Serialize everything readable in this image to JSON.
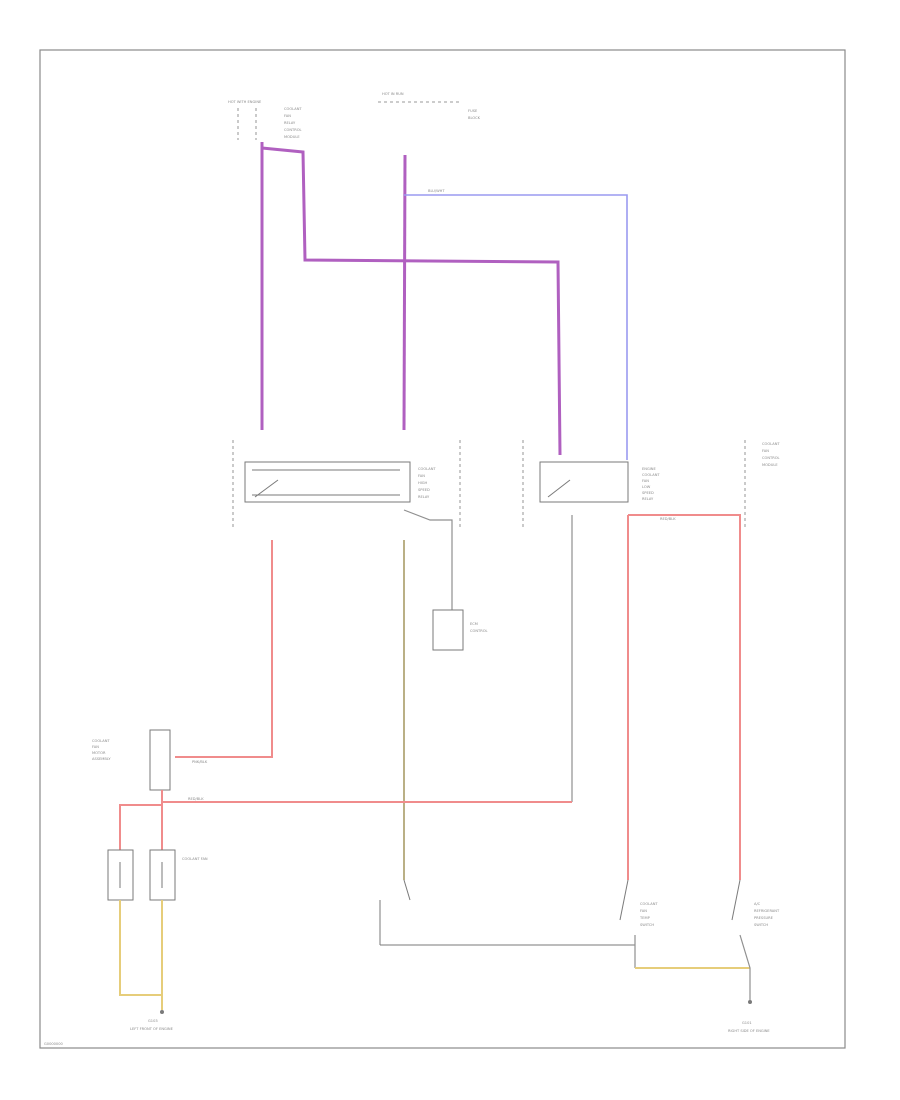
{
  "diagram": {
    "top_left_source": {
      "title": "HOT WITH ENGINE",
      "lines": [
        "COOLANT",
        "FAN",
        "RELAY",
        "CONTROL",
        "MODULE"
      ]
    },
    "top_mid_source": {
      "title": "HOT IN RUN",
      "lines": [
        "FUSE",
        "BLOCK"
      ]
    },
    "relay_left": {
      "lines": [
        "COOLANT",
        "FAN",
        "HIGH",
        "SPEED",
        "RELAY"
      ]
    },
    "relay_right": {
      "lines": [
        "ENGINE",
        "COOLANT",
        "FAN",
        "LOW",
        "SPEED",
        "RELAY"
      ]
    },
    "right_module": {
      "lines": [
        "COOLANT",
        "FAN",
        "CONTROL",
        "MODULE"
      ]
    },
    "fan_motor": {
      "lines": [
        "COOLANT",
        "FAN",
        "MOTOR",
        "ASSEMBLY"
      ]
    },
    "left_motor_label": "COOLANT FAN",
    "ecm_box": {
      "lines": [
        "ECM",
        "CONTROL"
      ]
    },
    "switch_temp": {
      "lines": [
        "COOLANT",
        "FAN",
        "TEMP",
        "SWITCH"
      ]
    },
    "switch_ac": {
      "lines": [
        "A/C",
        "REFRIGERANT",
        "PRESSURE",
        "SWITCH"
      ]
    },
    "ground_left": "G103",
    "ground_left_desc": "LEFT FRONT OF ENGINE",
    "ground_right": "G101",
    "ground_right_desc": "RIGHT SIDE OF ENGINE",
    "wire_tags": [
      "BLU/WHT",
      "RED/BLK",
      "PNK/BLK"
    ],
    "footer_code": "G0000000"
  }
}
